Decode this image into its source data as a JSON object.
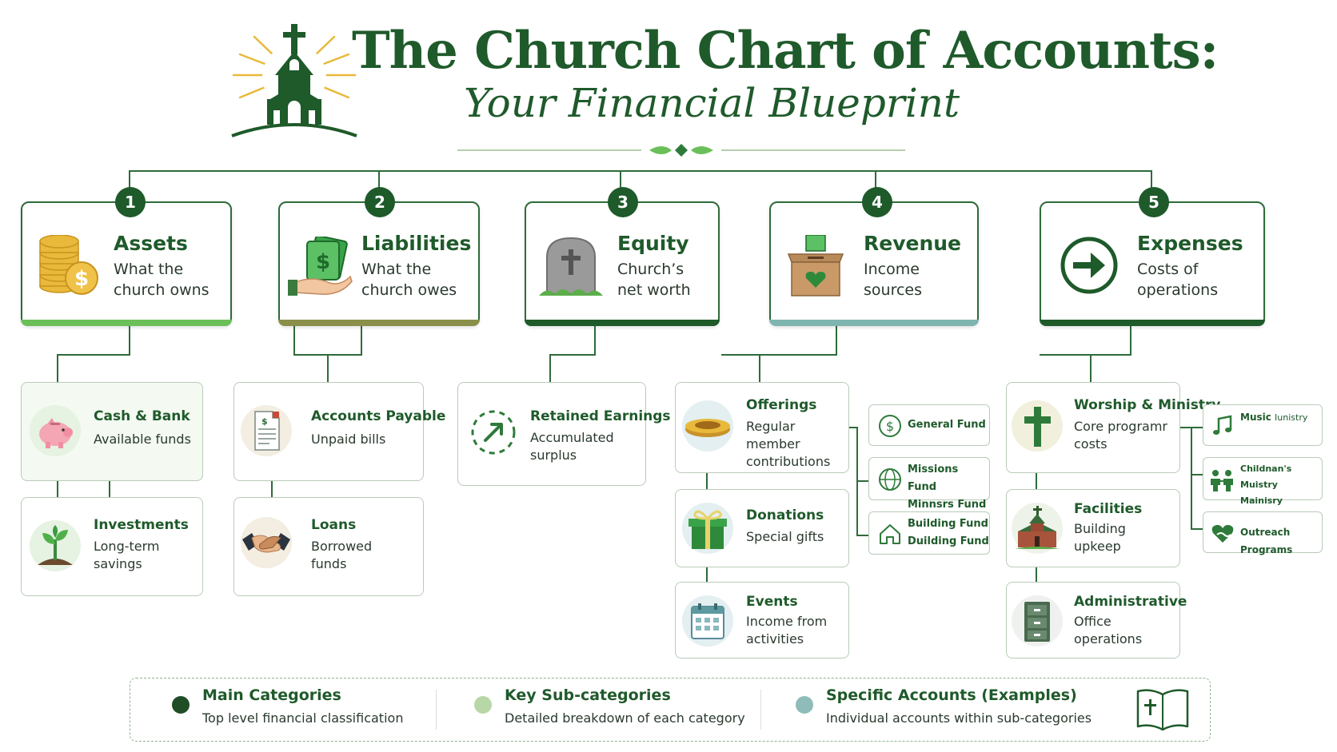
{
  "header": {
    "title": "The Church Chart of Accounts:",
    "subtitle": "Your Financial Blueprint"
  },
  "main_categories": [
    {
      "number": "1",
      "title": "Assets",
      "desc_line1": "What the",
      "desc_line2": "church owns",
      "icon": "coins-icon",
      "accent": "#6bbf59"
    },
    {
      "number": "2",
      "title": "Liabilities",
      "desc_line1": "What the",
      "desc_line2": "church owes",
      "icon": "money-hand-icon",
      "accent": "#8a8f4a"
    },
    {
      "number": "3",
      "title": "Equity",
      "desc_line1": "Church’s",
      "desc_line2": "net worth",
      "icon": "cornerstone-icon",
      "accent": "#1e5a2a"
    },
    {
      "number": "4",
      "title": "Revenue",
      "desc_line1": "Income",
      "desc_line2": "sources",
      "icon": "offering-box-icon",
      "accent": "#7fb5b0"
    },
    {
      "number": "5",
      "title": "Expenses",
      "desc_line1": "Costs of",
      "desc_line2": "operations",
      "icon": "arrow-right-circle-icon",
      "accent": "#1e5a2a"
    }
  ],
  "sub_categories": {
    "cash_bank": {
      "title": "Cash & Bank",
      "desc": "Available funds",
      "icon": "piggy-bank-icon"
    },
    "investments": {
      "title": "Investments",
      "desc_line1": "Long-term",
      "desc_line2": "savings",
      "icon": "sprout-icon"
    },
    "accounts_payable": {
      "title": "Accounts Payable",
      "desc": "Unpaid bills",
      "icon": "invoice-icon"
    },
    "loans": {
      "title": "Loans",
      "desc_line1": "Borrowed",
      "desc_line2": "funds",
      "icon": "handshake-icon"
    },
    "retained_earnings": {
      "title": "Retained Earnings",
      "desc_line1": "Accumulated",
      "desc_line2": "surplus",
      "icon": "growth-arrow-icon"
    },
    "offerings": {
      "title": "Offerings",
      "desc_line1": "Regular member",
      "desc_line2": "contributions",
      "icon": "offering-plate-icon"
    },
    "donations": {
      "title": "Donations",
      "desc": "Special gifts",
      "icon": "gift-icon"
    },
    "events": {
      "title": "Events",
      "desc_line1": "Income from",
      "desc_line2": "activities",
      "icon": "calendar-icon"
    },
    "worship": {
      "title": "Worship & Ministry",
      "desc_line1": "Core programr",
      "desc_line2": "costs",
      "icon": "cross-icon"
    },
    "facilities": {
      "title": "Facilities",
      "desc_line1": "Building",
      "desc_line2": "upkeep",
      "icon": "church-building-icon"
    },
    "administrative": {
      "title": "Administrative",
      "desc_line1": "Office",
      "desc_line2": "operations",
      "icon": "file-cabinet-icon"
    }
  },
  "accounts": {
    "general_fund": {
      "label": "General Fund",
      "icon": "dollar-circle-icon"
    },
    "missions_fund": {
      "label_line1": "Missions Fund",
      "label_line2": "Minnsrs Fund",
      "icon": "globe-icon"
    },
    "building_fund": {
      "label_line1": "Building Fund",
      "label_line2": "Duilding Fund",
      "icon": "house-icon"
    },
    "music_ministry": {
      "label_line1": "Music",
      "label_line2": "Iunistry",
      "icon": "music-note-icon"
    },
    "childrens_ministry": {
      "label_line1": "Childnan's",
      "label_line2": "Muistry Mainisry",
      "icon": "children-icon"
    },
    "outreach": {
      "label": "Outreach Programs",
      "icon": "heart-hands-icon"
    }
  },
  "legend": [
    {
      "title": "Main Categories",
      "desc": "Top level financial classification",
      "color": "#1e4d26"
    },
    {
      "title": "Key Sub-categories",
      "desc": "Detailed breakdown of each category",
      "color": "#b7d8a6"
    },
    {
      "title": "Specific Accounts (Examples)",
      "desc": "Individual accounts within sub-categories",
      "color": "#8fbcb8"
    }
  ],
  "colors": {
    "primary": "#1f5a2b",
    "border": "#b9cbb8",
    "gold": "#e8b93a"
  }
}
